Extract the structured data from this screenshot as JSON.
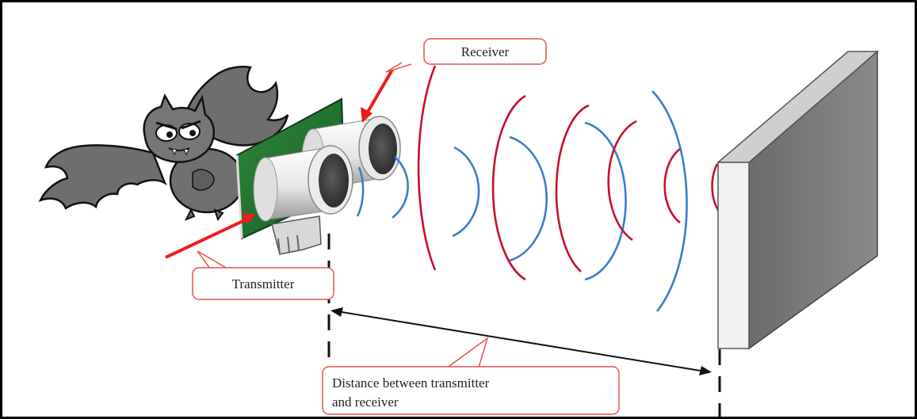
{
  "labels": {
    "receiver": "Receiver",
    "transmitter": "Transmitter",
    "distance_line1": "Distance between transmitter",
    "distance_line2": "and receiver"
  },
  "colors": {
    "callout_border": "#e8524a",
    "arrow": "#ee1c1c",
    "wave_red": "#c8102e",
    "wave_blue": "#3a7cc9",
    "board_green": "#1f6b2c",
    "obstacle_front": "#f2f2f2",
    "obstacle_side": "#7a7a7a",
    "bat": "#6e6e6e"
  }
}
